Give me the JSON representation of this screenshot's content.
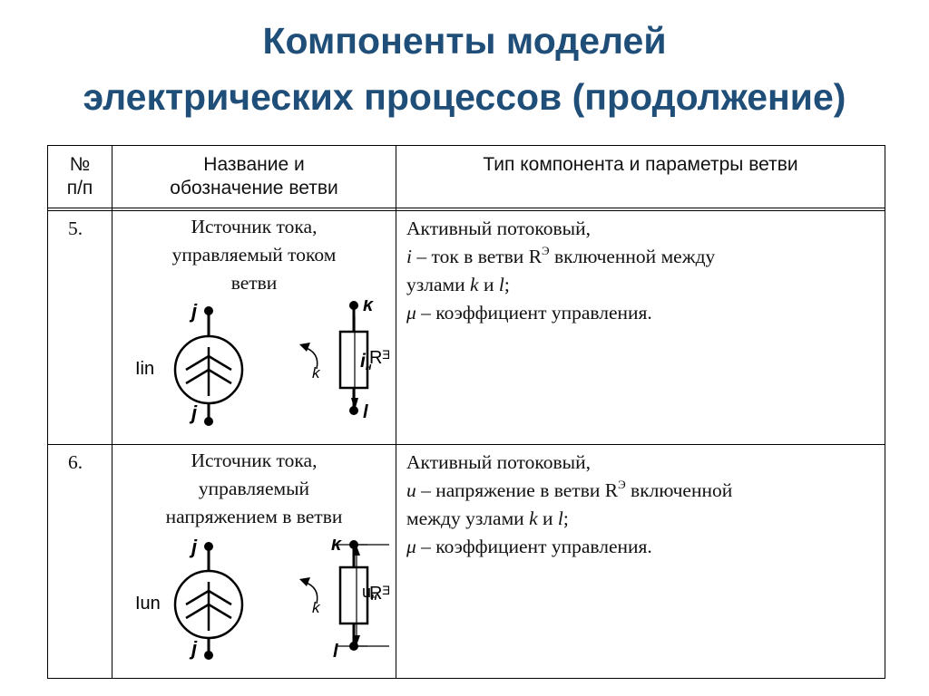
{
  "title": {
    "line1": "Компоненты моделей",
    "line2": "электрических процессов (продолжение)"
  },
  "table": {
    "headers": {
      "num_line1": "№",
      "num_line2": "п/п",
      "name_line1": "Название и",
      "name_line2": "обозначение ветви",
      "type": "Тип компонента и параметры ветви"
    },
    "rows": [
      {
        "num": "5.",
        "name_lines": [
          "Источник тока,",
          "управляемый током",
          "ветви"
        ],
        "type_title": "Активный потоковый,",
        "var": "i",
        "line2_text": " – ток в ветви R",
        "sup": "Э",
        "line2_tail": " включенной между",
        "line3_text": "узлами ",
        "k": "k",
        "and": " и ",
        "l": "l",
        "end": ";",
        "mu": "μ",
        "coef": " – коэффициент управления.",
        "diagram": {
          "source_label": "Iin",
          "node_top_left": "j",
          "node_bottom_left": "j",
          "node_top_right": "k",
          "node_bottom_right": "l",
          "arrow_label": "k",
          "resistor_label": "Rᴲ",
          "branch_label": "i",
          "branch_sub": "н"
        }
      },
      {
        "num": "6.",
        "name_lines": [
          "Источник тока,",
          "управляемый",
          "напряжением в ветви"
        ],
        "type_title": "Активный потоковый,",
        "var": "u",
        "line2_text": " – напряжение в ветви R",
        "sup": "Э",
        "line2_tail": " включенной",
        "line3_text": "между узлами ",
        "k": "k",
        "and": " и ",
        "l": "l",
        "end": ";",
        "mu": "μ",
        "coef": " – коэффициент управления.",
        "diagram": {
          "source_label": "Iun",
          "node_top_left": "j",
          "node_bottom_left": "j",
          "node_top_right": "k",
          "node_bottom_right": "l",
          "arrow_label": "k",
          "resistor_label": "Rᴲ",
          "branch_label": "u",
          "branch_sub": "н"
        }
      }
    ]
  }
}
